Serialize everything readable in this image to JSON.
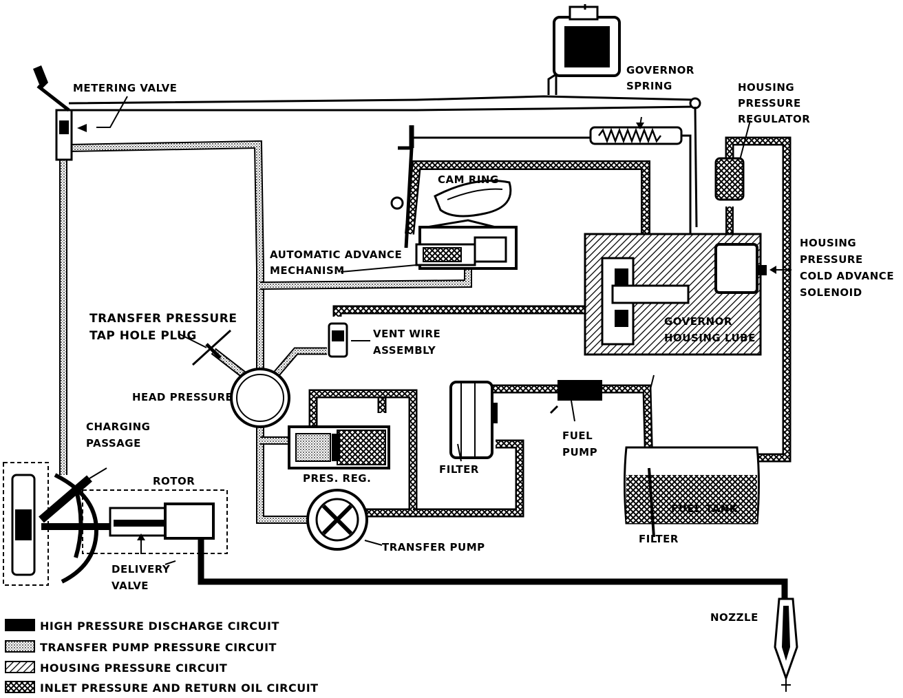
{
  "labels": {
    "metering_valve": "METERING VALVE",
    "governor_spring_1": "GOVERNOR",
    "governor_spring_2": "SPRING",
    "housing_pressure_regulator_1": "HOUSING",
    "housing_pressure_regulator_2": "PRESSURE",
    "housing_pressure_regulator_3": "REGULATOR",
    "cam_ring": "CAM RING",
    "automatic_advance_1": "AUTOMATIC ADVANCE",
    "automatic_advance_2": "MECHANISM",
    "housing_solenoid_1": "HOUSING",
    "housing_solenoid_2": "PRESSURE",
    "housing_solenoid_3": "COLD ADVANCE",
    "housing_solenoid_4": "SOLENOID",
    "transfer_tap_1": "TRANSFER PRESSURE",
    "transfer_tap_2": "TAP HOLE PLUG",
    "vent_wire_1": "VENT WIRE",
    "vent_wire_2": "ASSEMBLY",
    "governor_housing_1": "GOVERNOR",
    "governor_housing_2": "HOUSING LUBE",
    "head_pressure": "HEAD PRESSURE",
    "charging_passage_1": "CHARGING",
    "charging_passage_2": "PASSAGE",
    "pres_reg": "PRES. REG.",
    "filter_upper": "FILTER",
    "fuel_pump_1": "FUEL",
    "fuel_pump_2": "PUMP",
    "rotor": "ROTOR",
    "fuel_tank": "FUEL TANK",
    "filter_lower": "FILTER",
    "transfer_pump": "TRANSFER PUMP",
    "delivery_valve_1": "DELIVERY",
    "delivery_valve_2": "VALVE",
    "nozzle": "NOZZLE"
  },
  "legend": [
    {
      "label": "HIGH PRESSURE DISCHARGE CIRCUIT",
      "pattern": "solid"
    },
    {
      "label": "TRANSFER PUMP PRESSURE CIRCUIT",
      "pattern": "dotted"
    },
    {
      "label": "HOUSING PRESSURE CIRCUIT",
      "pattern": "hatch"
    },
    {
      "label": "INLET PRESSURE AND RETURN OIL CIRCUIT",
      "pattern": "crosshatch"
    }
  ],
  "colors": {
    "ink": "#000000",
    "paper": "#ffffff"
  }
}
